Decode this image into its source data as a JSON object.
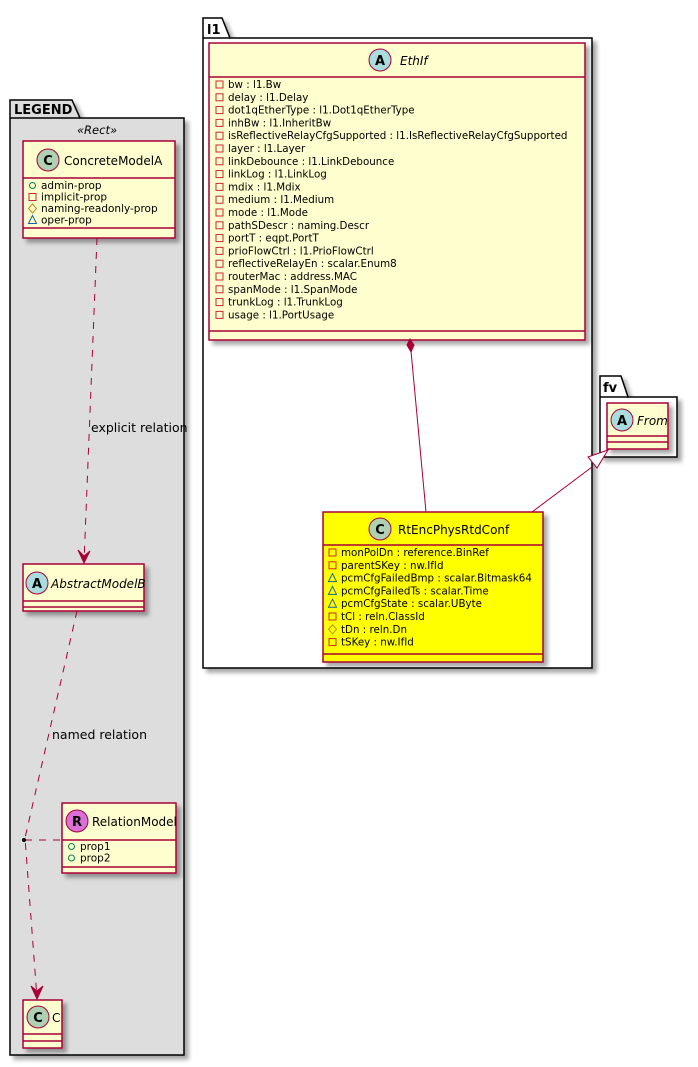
{
  "colors": {
    "border": "#A80036",
    "class_fill": "#FEFECE",
    "highlight_fill": "#FFFF00",
    "legend_fill": "#DDDDDD",
    "badge_C": "#ADD1B2",
    "badge_A": "#A9DCDF",
    "badge_R": "#DA70D6",
    "private_icon": "#C82930",
    "protected_icon": "#B38D22",
    "package_icon": "#1963A0",
    "public_icon": "#038048"
  },
  "packages": {
    "legend": {
      "name": "LEGEND",
      "stereotype": "«Rect»"
    },
    "l1": {
      "name": "l1"
    },
    "fv": {
      "name": "fv"
    }
  },
  "classes": {
    "concreteModelA": {
      "name": "ConcreteModelA",
      "badge": "C",
      "abstract": false,
      "attributes": [
        {
          "visibility": "public",
          "text": "admin-prop"
        },
        {
          "visibility": "private",
          "text": "implicit-prop"
        },
        {
          "visibility": "protected",
          "text": "naming-readonly-prop"
        },
        {
          "visibility": "package",
          "text": "oper-prop"
        }
      ]
    },
    "abstractModelB": {
      "name": "AbstractModelB",
      "badge": "A",
      "abstract": true,
      "attributes": []
    },
    "relationModel": {
      "name": "RelationModel",
      "badge": "R",
      "abstract": false,
      "attributes": [
        {
          "visibility": "public",
          "text": "prop1"
        },
        {
          "visibility": "public",
          "text": "prop2"
        }
      ]
    },
    "c": {
      "name": "C",
      "badge": "C",
      "abstract": false,
      "attributes": []
    },
    "ethIf": {
      "name": "EthIf",
      "badge": "A",
      "abstract": true,
      "attributes": [
        {
          "visibility": "private",
          "text": "bw : l1.Bw"
        },
        {
          "visibility": "private",
          "text": "delay : l1.Delay"
        },
        {
          "visibility": "private",
          "text": "dot1qEtherType : l1.Dot1qEtherType"
        },
        {
          "visibility": "private",
          "text": "inhBw : l1.InheritBw"
        },
        {
          "visibility": "private",
          "text": "isReflectiveRelayCfgSupported : l1.IsReflectiveRelayCfgSupported"
        },
        {
          "visibility": "private",
          "text": "layer : l1.Layer"
        },
        {
          "visibility": "private",
          "text": "linkDebounce : l1.LinkDebounce"
        },
        {
          "visibility": "private",
          "text": "linkLog : l1.LinkLog"
        },
        {
          "visibility": "private",
          "text": "mdix : l1.Mdix"
        },
        {
          "visibility": "private",
          "text": "medium : l1.Medium"
        },
        {
          "visibility": "private",
          "text": "mode : l1.Mode"
        },
        {
          "visibility": "private",
          "text": "pathSDescr : naming.Descr"
        },
        {
          "visibility": "private",
          "text": "portT : eqpt.PortT"
        },
        {
          "visibility": "private",
          "text": "prioFlowCtrl : l1.PrioFlowCtrl"
        },
        {
          "visibility": "private",
          "text": "reflectiveRelayEn : scalar.Enum8"
        },
        {
          "visibility": "private",
          "text": "routerMac : address.MAC"
        },
        {
          "visibility": "private",
          "text": "spanMode : l1.SpanMode"
        },
        {
          "visibility": "private",
          "text": "trunkLog : l1.TrunkLog"
        },
        {
          "visibility": "private",
          "text": "usage : l1.PortUsage"
        }
      ]
    },
    "rtEncPhysRtdConf": {
      "name": "RtEncPhysRtdConf",
      "badge": "C",
      "abstract": false,
      "attributes": [
        {
          "visibility": "private",
          "text": "monPolDn : reference.BinRef"
        },
        {
          "visibility": "private",
          "text": "parentSKey : nw.IfId"
        },
        {
          "visibility": "package",
          "text": "pcmCfgFailedBmp : scalar.Bitmask64"
        },
        {
          "visibility": "package",
          "text": "pcmCfgFailedTs : scalar.Time"
        },
        {
          "visibility": "package",
          "text": "pcmCfgState : scalar.UByte"
        },
        {
          "visibility": "private",
          "text": "tCl : reln.ClassId"
        },
        {
          "visibility": "protected",
          "text": "tDn : reln.Dn"
        },
        {
          "visibility": "private",
          "text": "tSKey : nw.IfId"
        }
      ]
    },
    "from": {
      "name": "From",
      "badge": "A",
      "abstract": true,
      "attributes": []
    }
  },
  "relations": {
    "explicit": {
      "label": "explicit relation",
      "from": "ConcreteModelA",
      "to": "AbstractModelB",
      "type": "dependency"
    },
    "named": {
      "label": "named relation",
      "from": "AbstractModelB",
      "to": "C",
      "type": "dependency",
      "association_class": "RelationModel"
    },
    "composition": {
      "label": "",
      "from": "EthIf",
      "to": "RtEncPhysRtdConf",
      "type": "composition"
    },
    "inheritance": {
      "label": "",
      "from": "RtEncPhysRtdConf",
      "to": "From",
      "type": "generalization"
    }
  }
}
